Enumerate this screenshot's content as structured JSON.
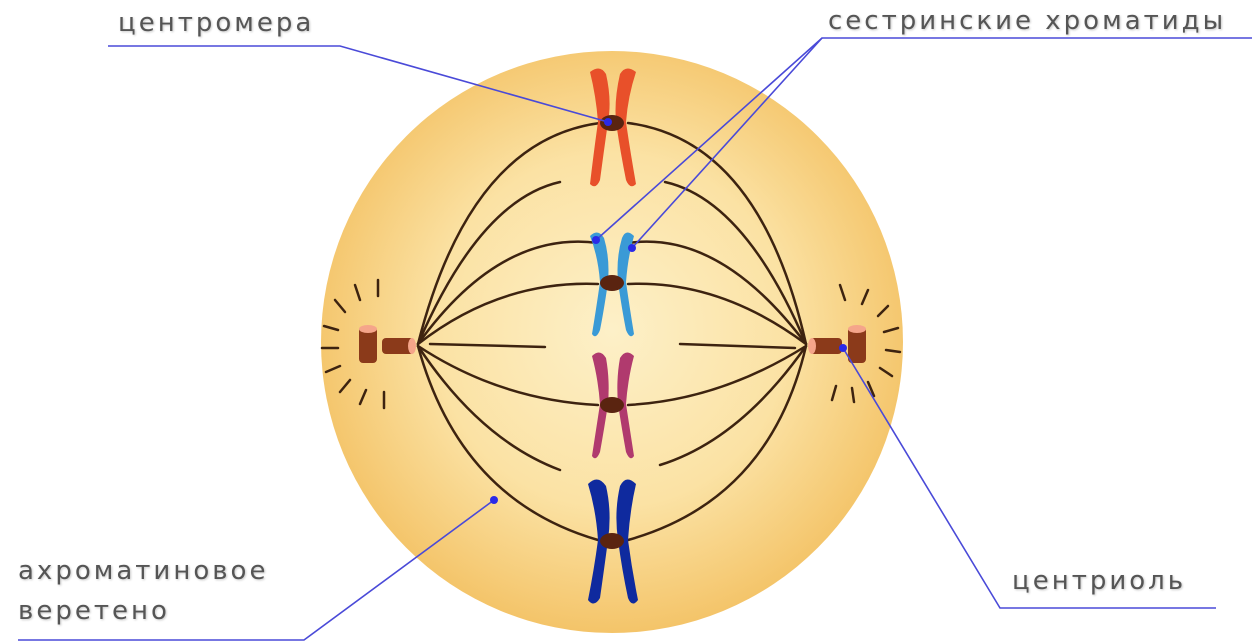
{
  "labels": {
    "centromere": "центромера",
    "sister_chromatids": "сестринские хроматиды",
    "spindle_line1": "ахроматиновое",
    "spindle_line2": "веретено",
    "centriole": "центриоль"
  },
  "colors": {
    "cell_center": "#fdf0c8",
    "cell_edge": "#f6c76a",
    "spindle_fiber": "#3d2310",
    "pointer_line": "#4a4ad8",
    "pointer_dot": "#2a2ae8",
    "centriole_body": "#8b3a1a",
    "centriole_end": "#f5a58a",
    "centromere": "#5a2410"
  },
  "chromosomes": [
    {
      "name": "chromosome-red",
      "color": "#e8502a"
    },
    {
      "name": "chromosome-light-blue",
      "color": "#3a9ad6"
    },
    {
      "name": "chromosome-magenta",
      "color": "#b03a6e"
    },
    {
      "name": "chromosome-dark-blue",
      "color": "#0f2a9e"
    }
  ]
}
